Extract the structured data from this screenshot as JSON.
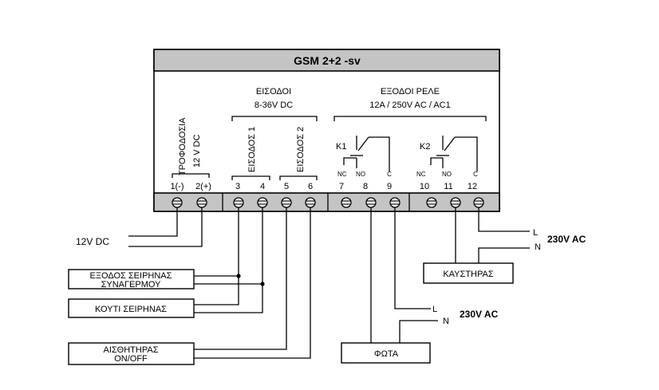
{
  "device": {
    "title": "GSM 2+2 -sv"
  },
  "colors": {
    "header_fill": "#c4c4c4",
    "strip_fill": "#c4c4c4",
    "line": "#000000"
  },
  "inputs": {
    "heading": "ΕΙΣΟΔΟΙ",
    "range": "8-36V DC",
    "input1_label": "ΕΙΣΟΔΟΣ 1",
    "input2_label": "ΕΙΣΟΔΟΣ 2"
  },
  "power": {
    "label_line1": "ΤΡΟΦΟΔΟΣΙΑ",
    "label_line2": "12 V DC",
    "terminal1": "1(-)",
    "terminal2": "2(+)",
    "supply_label": "12V DC"
  },
  "relays": {
    "heading": "ΕΞΟΔΟΙ ΡΕΛΕ",
    "rating": "12A / 250V AC / AC1",
    "k1_label": "K1",
    "k2_label": "K2",
    "nc": "NC",
    "no": "NO",
    "c": "C"
  },
  "terminals": {
    "t3": "3",
    "t4": "4",
    "t5": "5",
    "t6": "6",
    "t7": "7",
    "t8": "8",
    "t9": "9",
    "t10": "10",
    "t11": "11",
    "t12": "12"
  },
  "external": {
    "siren_output_line1": "ΕΞΟΔΟΣ ΣΕΙΡΗΝΑΣ",
    "siren_output_line2": "ΣΥΝΑΓΕΡΜΟΥ",
    "siren_box": "ΚΟΥΤΙ ΣΕΙΡΗΝΑΣ",
    "sensor_line1": "ΑΙΣΘΗΤΗΡΑΣ",
    "sensor_line2": "ON/OFF",
    "lights": "ΦΩΤΑ",
    "burner": "ΚΑΥΣΤΗΡΑΣ"
  },
  "mains": {
    "l": "L",
    "n": "N",
    "voltage": "230V AC"
  }
}
